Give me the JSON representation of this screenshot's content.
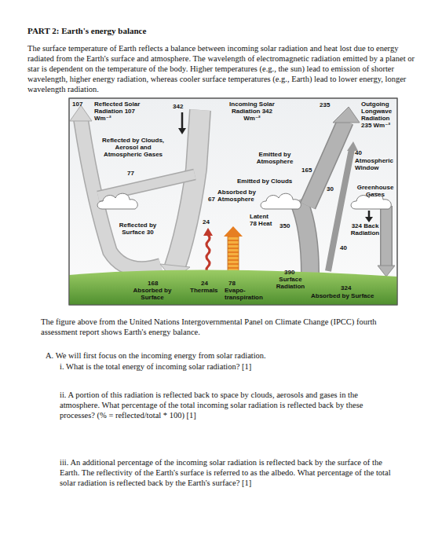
{
  "diagram": {
    "title": "PART 2: Earth's energy balance",
    "caption": "The figure above from the United Nations Intergovernmental Panel on Climate Change (IPCC) fourth assessment report shows Earth's energy balance.",
    "labels": [
      "The surface temperature of Earth reflects a balance between incoming solar radiation and heat lost due to energy radiated from the Earth's surface and atmosphere. The wavelength of electromagnetic radiation emitted by a planet or star is dependent on the temperature of the body. Higher temperatures (e.g., the sun) lead to emission of shorter wavelength, higher energy radiation, whereas cooler surface temperatures (e.g., Earth) lead to lower energy, longer wavelength radiation.",
      "107",
      "Reflected Solar Radiation 107 Wm⁻²",
      "342",
      "Incoming Solar Radiation 342 Wm⁻²",
      "235",
      "Outgoing Longwave Radiation 235 Wm⁻²",
      "Reflected by Clouds, Aerosol and Atmospheric Gases",
      "77",
      "Emitted by Atmosphere",
      "165",
      "40",
      "30",
      "Atmospheric Window",
      "Emitted by Clouds",
      "Greenhouse Gases",
      "Absorbed by Atmosphere",
      "67",
      "24",
      "Latent",
      "78 Heat",
      "350",
      "40",
      "324 Back Radiation",
      "Reflected by Surface 30",
      "168",
      "Absorbed by Surface",
      "24",
      "Thermals",
      "78",
      "Evapo- transpiration",
      "390",
      "Surface Radiation",
      "324",
      "Absorbed by Surface",
      "A. We will first focus on the incoming energy from solar radiation.",
      "i. What is the total energy of incoming solar radiation? [1]",
      "ii. A portion of this radiation is reflected back to space by clouds, aerosols and gases in the atmosphere. What percentage of the total incoming solar radiation is reflected back by these processes? (% = reflected/total * 100) [1]",
      "iii. An additional percentage of the incoming solar radiation is reflected back by the surface of the Earth. The reflectivity of the Earth's surface is referred to as the albedo. What percentage of the total solar radiation is reflected back by the Earth's surface? [1]"
    ]
  }
}
